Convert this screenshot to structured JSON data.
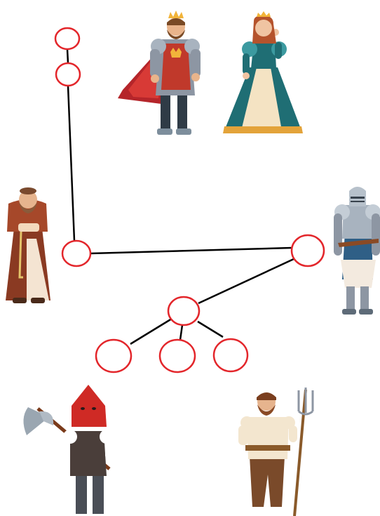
{
  "diagram": {
    "node_stroke": "#e3262b",
    "edge_color": "#000000",
    "nodes": [
      {
        "id": "n1"
      },
      {
        "id": "n2"
      },
      {
        "id": "n3"
      },
      {
        "id": "n4"
      },
      {
        "id": "n5"
      },
      {
        "id": "n6"
      },
      {
        "id": "n7"
      },
      {
        "id": "n8"
      }
    ],
    "edges": [
      {
        "from": "n1",
        "to": "n2"
      },
      {
        "from": "n2",
        "to": "n3"
      },
      {
        "from": "n3",
        "to": "n4"
      },
      {
        "from": "n4",
        "to": "n5"
      },
      {
        "from": "n5",
        "to": "n6"
      },
      {
        "from": "n5",
        "to": "n7"
      },
      {
        "from": "n5",
        "to": "n8"
      }
    ]
  },
  "characters": [
    {
      "role": "king",
      "icon": "king-figure-icon"
    },
    {
      "role": "queen",
      "icon": "queen-figure-icon"
    },
    {
      "role": "monk",
      "icon": "monk-figure-icon"
    },
    {
      "role": "knight",
      "icon": "knight-figure-icon"
    },
    {
      "role": "executioner",
      "icon": "executioner-figure-icon"
    },
    {
      "role": "peasant",
      "icon": "peasant-figure-icon"
    }
  ]
}
